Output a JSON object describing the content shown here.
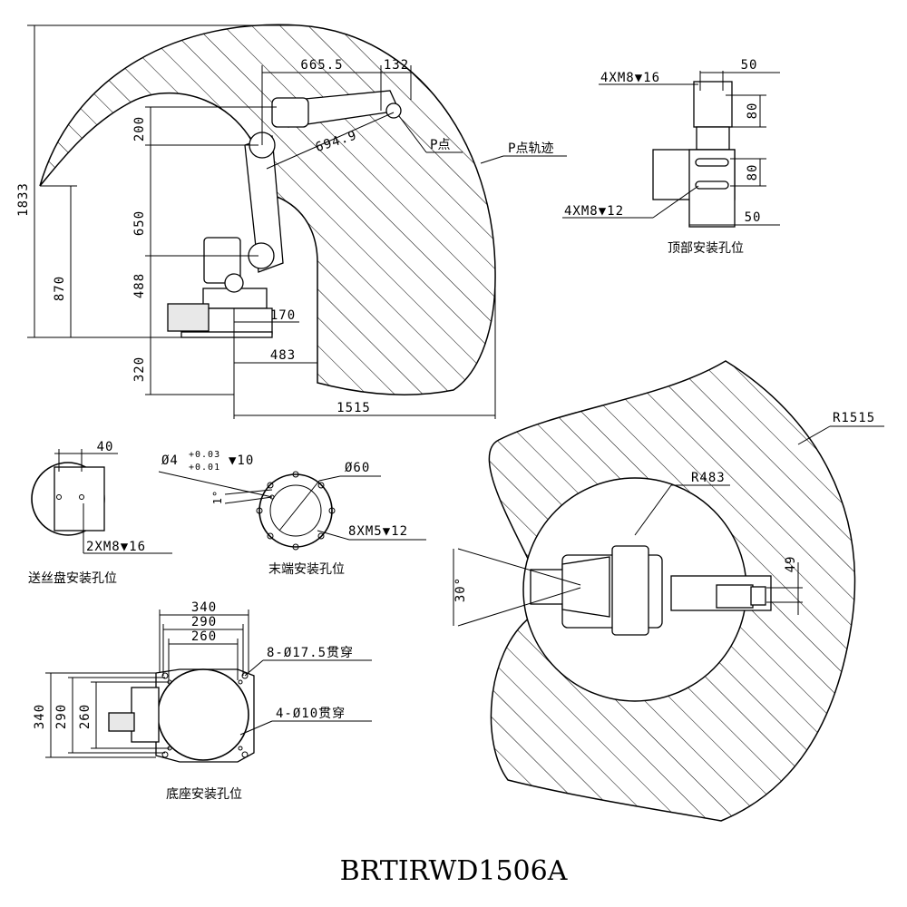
{
  "title": "BRTIRWD1506A",
  "side_view": {
    "dims": {
      "reach_total_height": "1833",
      "height_870": "870",
      "h200": "200",
      "h650": "650",
      "h488": "488",
      "h320": "320",
      "horiz_665": "665.5",
      "horiz_132": "132",
      "diag_694": "694.9",
      "horiz_170": "170",
      "horiz_483": "483",
      "horiz_1515": "1515"
    },
    "labels": {
      "p_point": "P点",
      "p_trajectory": "P点轨迹"
    }
  },
  "top_mount": {
    "thread_upper": "4XM8▼16",
    "thread_lower": "4XM8▼12",
    "dim_50_top": "50",
    "dim_50_bottom": "50",
    "dim_80_upper": "80",
    "dim_80_lower": "80",
    "caption": "顶部安装孔位"
  },
  "feeder_mount": {
    "dim_40": "40",
    "thread": "2XM8▼16",
    "caption": "送丝盘安装孔位"
  },
  "flange": {
    "pin_hole": "Ø4",
    "pin_tol_upper": "+0.03",
    "pin_tol_lower": "+0.01",
    "pin_depth": "▼10",
    "pcd": "Ø60",
    "thread": "8XM5▼12",
    "angle": "1°",
    "caption": "末端安装孔位"
  },
  "base_mount": {
    "w340": "340",
    "w290": "290",
    "w260": "260",
    "h340": "340",
    "h290": "290",
    "h260": "260",
    "holes_large": "8-Ø17.5贯穿",
    "holes_small": "4-Ø10贯穿",
    "caption": "底座安装孔位"
  },
  "top_view": {
    "r_outer": "R1515",
    "r_inner": "R483",
    "angle": "30°",
    "dim_49": "49"
  }
}
